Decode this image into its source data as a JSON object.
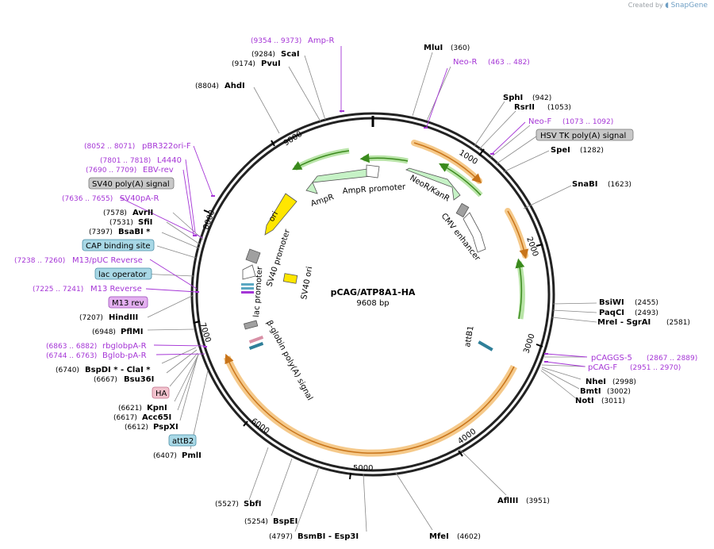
{
  "credit": {
    "prefix": "Created by",
    "brand": "SnapGene"
  },
  "plasmid": {
    "name": "pCAG/ATP8A1-HA",
    "length_label": "9608 bp",
    "length": 9608
  },
  "ticks": [
    "1000",
    "2000",
    "3000",
    "4000",
    "5000",
    "6000",
    "7000",
    "8000",
    "9000"
  ],
  "enzymes": [
    {
      "name": "MluI",
      "pos": "(360)"
    },
    {
      "name": "SphI",
      "pos": "(942)"
    },
    {
      "name": "RsrII",
      "pos": "(1053)"
    },
    {
      "name": "SpeI",
      "pos": "(1282)"
    },
    {
      "name": "SnaBI",
      "pos": "(1623)"
    },
    {
      "name": "BsiWI",
      "pos": "(2455)"
    },
    {
      "name": "PaqCI",
      "pos": "(2493)"
    },
    {
      "name": "MreI - SgrAI",
      "pos": "(2581)"
    },
    {
      "name": "NheI",
      "pos": "(2998)"
    },
    {
      "name": "BmtI",
      "pos": "(3002)"
    },
    {
      "name": "NotI",
      "pos": "(3011)"
    },
    {
      "name": "AflIII",
      "pos": "(3951)"
    },
    {
      "name": "MfeI",
      "pos": "(4602)"
    },
    {
      "name": "BsmBI - Esp3I",
      "pos": "(4797)"
    },
    {
      "name": "BspEI",
      "pos": "(5254)"
    },
    {
      "name": "SbfI",
      "pos": "(5527)"
    },
    {
      "name": "PmlI",
      "pos": "(6407)"
    },
    {
      "name": "PspXI",
      "pos": "(6612)"
    },
    {
      "name": "Acc65I",
      "pos": "(6617)"
    },
    {
      "name": "KpnI",
      "pos": "(6621)"
    },
    {
      "name": "Bsu36I",
      "pos": "(6667)"
    },
    {
      "name": "BspDI * - ClaI *",
      "pos": "(6740)"
    },
    {
      "name": "PflMI",
      "pos": "(6948)"
    },
    {
      "name": "HindIII",
      "pos": "(7207)"
    },
    {
      "name": "BsaBI *",
      "pos": "(7397)"
    },
    {
      "name": "SfiI",
      "pos": "(7531)"
    },
    {
      "name": "AvrII",
      "pos": "(7578)"
    },
    {
      "name": "AhdI",
      "pos": "(8804)"
    },
    {
      "name": "PvuI",
      "pos": "(9174)"
    },
    {
      "name": "ScaI",
      "pos": "(9284)"
    }
  ],
  "primers": [
    {
      "name": "Amp-R",
      "pos": "(9354 .. 9373)"
    },
    {
      "name": "Neo-R",
      "pos": "(463 .. 482)"
    },
    {
      "name": "Neo-F",
      "pos": "(1073 .. 1092)"
    },
    {
      "name": "pCAGGS-5",
      "pos": "(2867 .. 2889)"
    },
    {
      "name": "pCAG-F",
      "pos": "(2951 .. 2970)"
    },
    {
      "name": "Bglob-pA-R",
      "pos": "(6744 .. 6763)"
    },
    {
      "name": "rbglobpA-R",
      "pos": "(6863 .. 6882)"
    },
    {
      "name": "M13 Reverse",
      "pos": "(7225 .. 7241)"
    },
    {
      "name": "M13/pUC Reverse",
      "pos": "(7238 .. 7260)"
    },
    {
      "name": "SV40pA-R",
      "pos": "(7636 .. 7655)"
    },
    {
      "name": "EBV-rev",
      "pos": "(7690 .. 7709)"
    },
    {
      "name": "L4440",
      "pos": "(7801 .. 7818)"
    },
    {
      "name": "pBR322ori-F",
      "pos": "(8052 .. 8071)"
    }
  ],
  "boxed_labels": [
    {
      "text": "HSV TK poly(A) signal",
      "color": "#c8c8c8"
    },
    {
      "text": "SV40 poly(A) signal",
      "color": "#c8c8c8"
    },
    {
      "text": "CAP binding site",
      "color": "#a8d8e6"
    },
    {
      "text": "lac operator",
      "color": "#a8d8e6"
    },
    {
      "text": "M13 rev",
      "color": "#e3b0f0"
    },
    {
      "text": "HA",
      "color": "#f2c2cd"
    },
    {
      "text": "attB2",
      "color": "#a8d8e6"
    }
  ],
  "inner_features": {
    "ampr": "AmpR",
    "ampr_promoter": "AmpR promoter",
    "neor": "NeoR/KanR",
    "cmv": "CMV enhancer",
    "ori": "ori",
    "sv40_promoter": "SV40 promoter",
    "lac_promoter": "lac promoter",
    "sv40_ori": "SV40 ori",
    "bglobin": "β-globin poly(A) signal",
    "attb1": "attB1"
  },
  "colors": {
    "primer": "#a535d6",
    "orf_orange": "#f5c98a",
    "orf_green": "#b9e4a8",
    "arrow_green": "#7fc75a",
    "ori_yellow": "#ffe600",
    "gray_feature": "#a0a0a0"
  }
}
